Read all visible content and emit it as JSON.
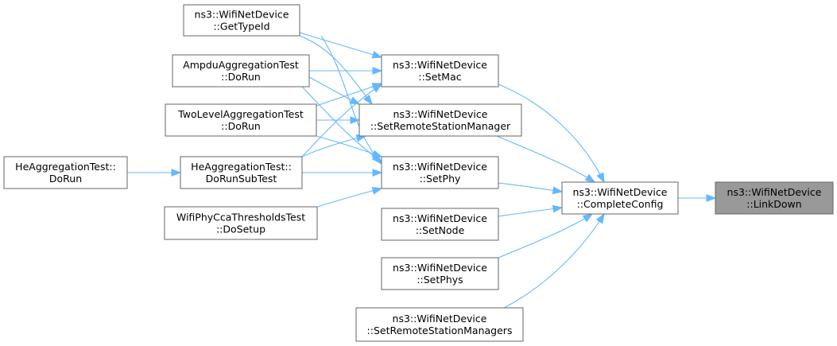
{
  "diagram": {
    "type": "call-graph",
    "edge_color": "#63b8ff",
    "focus_fill": "#999999",
    "nodes": [
      {
        "id": "linkdown",
        "lines": [
          "ns3::WifiNetDevice",
          "::LinkDown"
        ],
        "focus": true
      },
      {
        "id": "completeconfig",
        "lines": [
          "ns3::WifiNetDevice",
          "::CompleteConfig"
        ]
      },
      {
        "id": "setmac",
        "lines": [
          "ns3::WifiNetDevice",
          "::SetMac"
        ]
      },
      {
        "id": "setrsm",
        "lines": [
          "ns3::WifiNetDevice",
          "::SetRemoteStationManager"
        ]
      },
      {
        "id": "setphy",
        "lines": [
          "ns3::WifiNetDevice",
          "::SetPhy"
        ]
      },
      {
        "id": "setnode",
        "lines": [
          "ns3::WifiNetDevice",
          "::SetNode"
        ]
      },
      {
        "id": "setphys",
        "lines": [
          "ns3::WifiNetDevice",
          "::SetPhys"
        ]
      },
      {
        "id": "setrsms",
        "lines": [
          "ns3::WifiNetDevice",
          "::SetRemoteStationManagers"
        ]
      },
      {
        "id": "gettypeid",
        "lines": [
          "ns3::WifiNetDevice",
          "::GetTypeId"
        ]
      },
      {
        "id": "ampdu",
        "lines": [
          "AmpduAggregationTest",
          "::DoRun"
        ]
      },
      {
        "id": "twolevel",
        "lines": [
          "TwoLevelAggregationTest",
          "::DoRun"
        ]
      },
      {
        "id": "hesub",
        "lines": [
          "HeAggregationTest::",
          "DoRunSubTest"
        ]
      },
      {
        "id": "ccathr",
        "lines": [
          "WifiPhyCcaThresholdsTest",
          "::DoSetup"
        ]
      },
      {
        "id": "hedorun",
        "lines": [
          "HeAggregationTest::",
          "DoRun"
        ]
      }
    ],
    "edges": [
      {
        "from": "completeconfig",
        "to": "linkdown"
      },
      {
        "from": "setmac",
        "to": "completeconfig"
      },
      {
        "from": "setrsm",
        "to": "completeconfig"
      },
      {
        "from": "setphy",
        "to": "completeconfig"
      },
      {
        "from": "setnode",
        "to": "completeconfig"
      },
      {
        "from": "setphys",
        "to": "completeconfig"
      },
      {
        "from": "setrsms",
        "to": "completeconfig"
      },
      {
        "from": "gettypeid",
        "to": "setmac"
      },
      {
        "from": "gettypeid",
        "to": "setrsm"
      },
      {
        "from": "gettypeid",
        "to": "setphy"
      },
      {
        "from": "ampdu",
        "to": "setmac"
      },
      {
        "from": "ampdu",
        "to": "setrsm"
      },
      {
        "from": "ampdu",
        "to": "setphy"
      },
      {
        "from": "twolevel",
        "to": "setmac"
      },
      {
        "from": "twolevel",
        "to": "setrsm"
      },
      {
        "from": "twolevel",
        "to": "setphy"
      },
      {
        "from": "hesub",
        "to": "setmac"
      },
      {
        "from": "hesub",
        "to": "setrsm"
      },
      {
        "from": "hesub",
        "to": "setphy"
      },
      {
        "from": "ccathr",
        "to": "setphy"
      },
      {
        "from": "hedorun",
        "to": "hesub"
      }
    ]
  }
}
